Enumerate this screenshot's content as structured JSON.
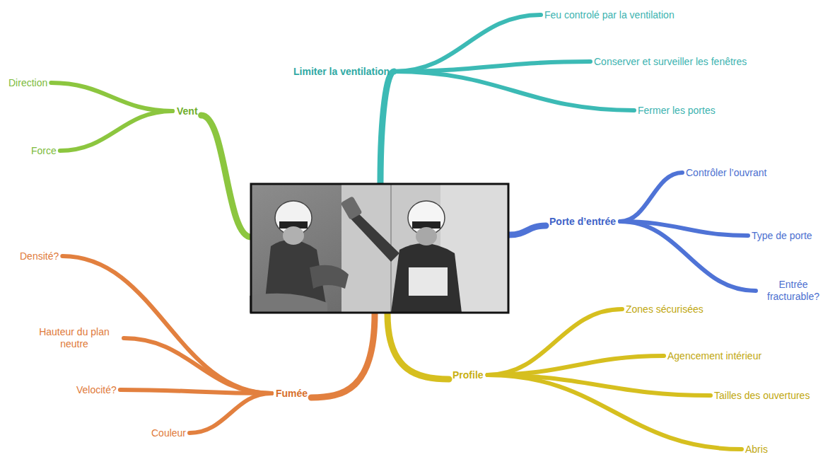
{
  "diagram": {
    "nodes": [
      {
        "text": [
          "Vent"
        ]
      },
      {
        "text": [
          "Direction"
        ]
      },
      {
        "text": [
          "Force"
        ]
      },
      {
        "text": [
          "Limiter la ventilation"
        ]
      },
      {
        "text": [
          "Feu controlé par la ventilation"
        ]
      },
      {
        "text": [
          "Conserver et surveiller les fenêtres"
        ]
      },
      {
        "text": [
          "Fermer les portes"
        ]
      },
      {
        "text": [
          "Porte d’entrée"
        ]
      },
      {
        "text": [
          "Contrôler l’ouvrant"
        ]
      },
      {
        "text": [
          "Type de porte"
        ]
      },
      {
        "text": [
          "Entrée fracturable?"
        ]
      },
      {
        "text": [
          "Fumée"
        ]
      },
      {
        "text": [
          "Densité?"
        ]
      },
      {
        "text": [
          "Hauteur du plan neutre"
        ]
      },
      {
        "text": [
          "Velocité?"
        ]
      },
      {
        "text": [
          "Couleur"
        ]
      },
      {
        "text": [
          "Profile"
        ]
      },
      {
        "text": [
          "Zones sécurisées"
        ]
      },
      {
        "text": [
          "Agencement intérieur"
        ]
      },
      {
        "text": [
          "Tailles des ouvertures"
        ]
      },
      {
        "text": [
          "Abris"
        ]
      }
    ],
    "edges": [
      {
        "from": 0,
        "to": 1,
        "arrow": "none"
      },
      {
        "from": 0,
        "to": 2,
        "arrow": "none"
      },
      {
        "from": 3,
        "to": 4,
        "arrow": "none"
      },
      {
        "from": 3,
        "to": 5,
        "arrow": "none"
      },
      {
        "from": 3,
        "to": 6,
        "arrow": "none"
      },
      {
        "from": 7,
        "to": 8,
        "arrow": "none"
      },
      {
        "from": 7,
        "to": 9,
        "arrow": "none"
      },
      {
        "from": 7,
        "to": 10,
        "arrow": "none"
      },
      {
        "from": 11,
        "to": 12,
        "arrow": "none"
      },
      {
        "from": 11,
        "to": 13,
        "arrow": "none"
      },
      {
        "from": 11,
        "to": 14,
        "arrow": "none"
      },
      {
        "from": 11,
        "to": 15,
        "arrow": "none"
      },
      {
        "from": 16,
        "to": 17,
        "arrow": "none"
      },
      {
        "from": 16,
        "to": 18,
        "arrow": "none"
      },
      {
        "from": 16,
        "to": 19,
        "arrow": "none"
      },
      {
        "from": 16,
        "to": 20,
        "arrow": "none"
      }
    ]
  }
}
